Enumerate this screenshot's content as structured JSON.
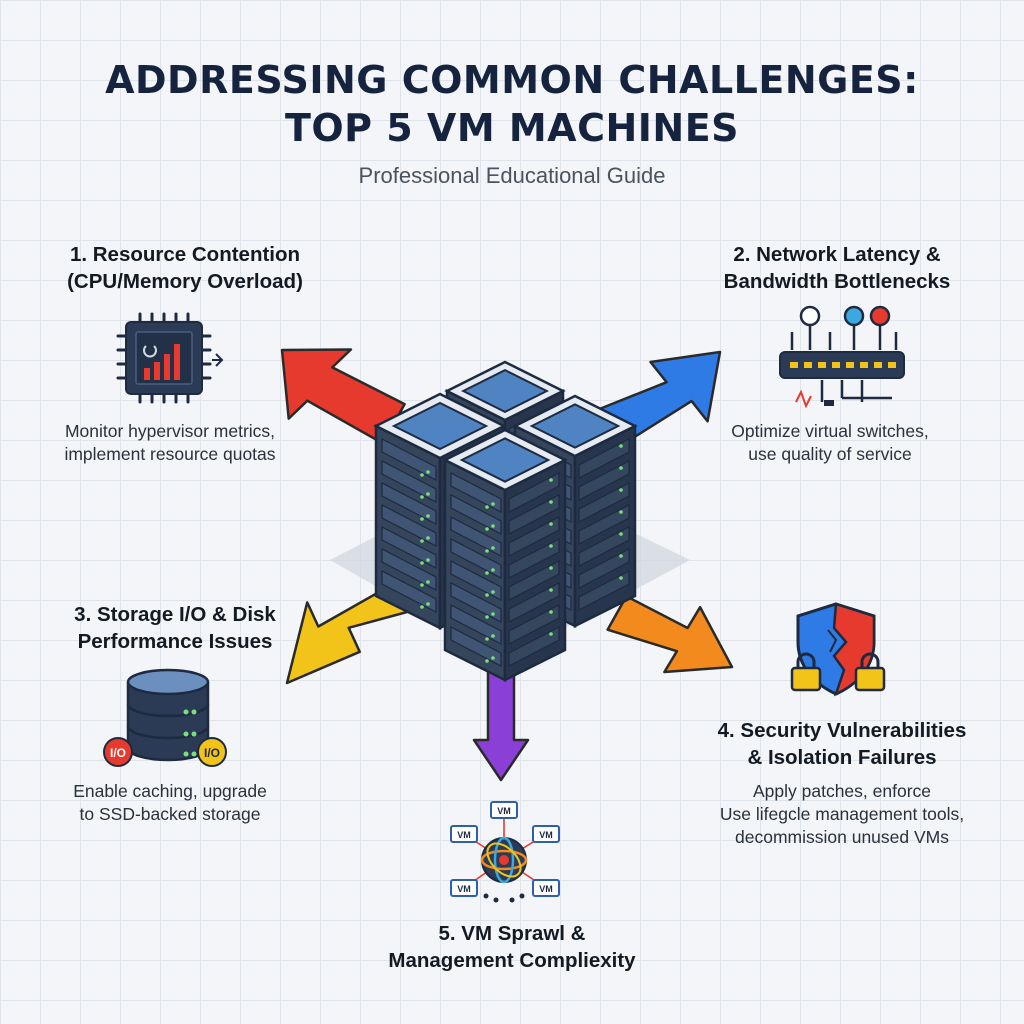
{
  "header": {
    "title_line1": "ADDRESSING COMMON CHALLENGES:",
    "title_line2": "TOP 5 VM MACHINES",
    "subtitle": "Professional Educational Guide"
  },
  "challenges": [
    {
      "heading_line1": "1. Resource Contention",
      "heading_line2": "(CPU/Memory Overload)",
      "desc_line1": "Monitor hypervisor metrics,",
      "desc_line2": "implement resource quotas",
      "icon": "cpu-chip-icon",
      "arrow_color": "#e63a2e"
    },
    {
      "heading_line1": "2. Network Latency &",
      "heading_line2": "Bandwidth Bottlenecks",
      "desc_line1": "Optimize virtual switches,",
      "desc_line2": "use quality of service",
      "icon": "network-switch-icon",
      "arrow_color": "#2f7be6"
    },
    {
      "heading_line1": "3. Storage I/O & Disk",
      "heading_line2": "Performance Issues",
      "desc_line1": "Enable caching, upgrade",
      "desc_line2": "to SSD-backed storage",
      "icon": "database-icon",
      "badge_left": "I/O",
      "badge_right": "I/O",
      "arrow_color": "#f2c318"
    },
    {
      "heading_line1": "4. Security Vulnerabilities",
      "heading_line2": "& Isolation Failures",
      "desc_line1": "Apply patches, enforce",
      "desc_line2": "Use lifegcle management tools,",
      "desc_line3": "decommission unused VMs",
      "icon": "broken-shield-icon",
      "arrow_color": "#f28a1e"
    },
    {
      "heading_line1": "5. VM Sprawl &",
      "heading_line2": "Management Compliexity",
      "icon": "vm-network-icon",
      "node_label": "VM",
      "arrow_color": "#8a3fd6"
    }
  ],
  "colors": {
    "title": "#16233f",
    "server_front": "#34455c",
    "server_top": "#4f83c2",
    "server_led": "#7be07b"
  }
}
